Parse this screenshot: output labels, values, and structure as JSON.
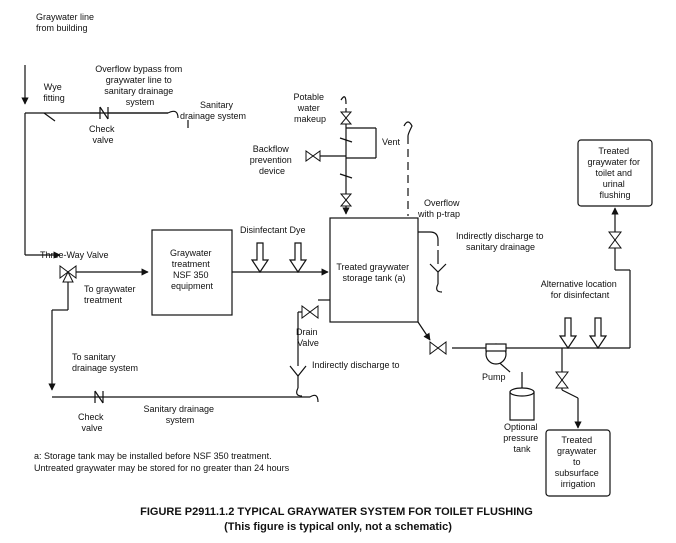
{
  "labels": {
    "graywater_line": [
      "Graywater line",
      "from building"
    ],
    "overflow_bypass": [
      "Overflow bypass from",
      "graywater line to",
      "sanitary drainage",
      "system"
    ],
    "wye_fitting": [
      "Wye",
      "fitting"
    ],
    "check_valve_top": [
      "Check",
      "valve"
    ],
    "sanitary_drainage_top": [
      "Sanitary",
      "drainage system"
    ],
    "potable_water": [
      "Potable",
      "water",
      "makeup"
    ],
    "backflow": [
      "Backflow",
      "prevention",
      "device"
    ],
    "vent": "Vent",
    "overflow_ptrap": [
      "Overflow",
      "with p-trap"
    ],
    "indirect_discharge_top": [
      "Indirectly discharge to",
      "sanitary drainage"
    ],
    "treated_toilet": [
      "Treated",
      "graywater for",
      "toilet and",
      "urinal",
      "flushing"
    ],
    "three_way_valve": "Three-Way Valve",
    "treatment_equipment": [
      "Graywater",
      "treatment",
      "NSF 350",
      "equipment"
    ],
    "disinfectant_dye": "Disinfectant Dye",
    "storage_tank": [
      "Treated graywater",
      "storage tank (a)"
    ],
    "to_graywater_treatment": [
      "To graywater",
      "treatment"
    ],
    "alternative_location": [
      "Alternative location",
      "for disinfectant"
    ],
    "drain_valve": [
      "Drain",
      "Valve"
    ],
    "indirect_discharge_mid": "Indirectly discharge to",
    "to_sanitary": [
      "To sanitary",
      "drainage system"
    ],
    "pump": "Pump",
    "check_valve_bottom": [
      "Check",
      "valve"
    ],
    "sanitary_drainage_bottom": [
      "Sanitary drainage",
      "system"
    ],
    "optional_pressure_tank": [
      "Optional",
      "pressure",
      "tank"
    ],
    "treated_subsurface": [
      "Treated",
      "graywater",
      "to",
      "subsurface",
      "irrigation"
    ]
  },
  "footnote": [
    "a: Storage tank may be installed before NSF 350 treatment.",
    "Untreated graywater may be stored for no greater than 24 hours"
  ],
  "caption": [
    "FIGURE P2911.1.2 TYPICAL GRAYWATER SYSTEM FOR TOILET FLUSHING",
    "(This figure is typical only, not a schematic)"
  ]
}
